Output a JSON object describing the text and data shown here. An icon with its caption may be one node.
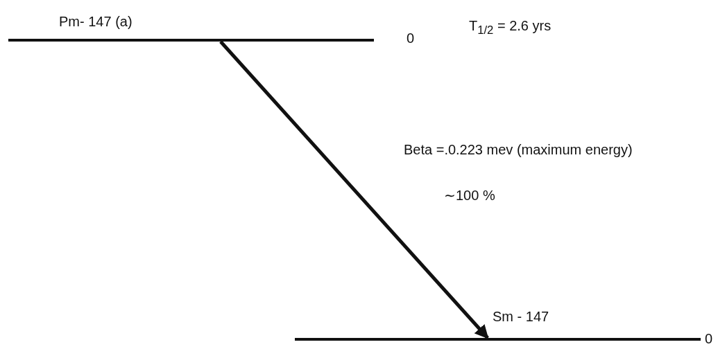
{
  "diagram": {
    "nodes": [
      {
        "text": [
          "Pm- 147 (a)"
        ],
        "beside": [
          "0"
        ]
      },
      {
        "text": [
          "Sm - 147"
        ],
        "beside": [
          "0"
        ]
      }
    ],
    "edges": [
      {
        "from": 0,
        "to": 1,
        "arrow": "to"
      }
    ],
    "labels": [
      "T$_{1/2}$ = 2.6 yrs",
      "Beta =.0.223 mev (maximum energy)",
      "∼100 %"
    ]
  }
}
